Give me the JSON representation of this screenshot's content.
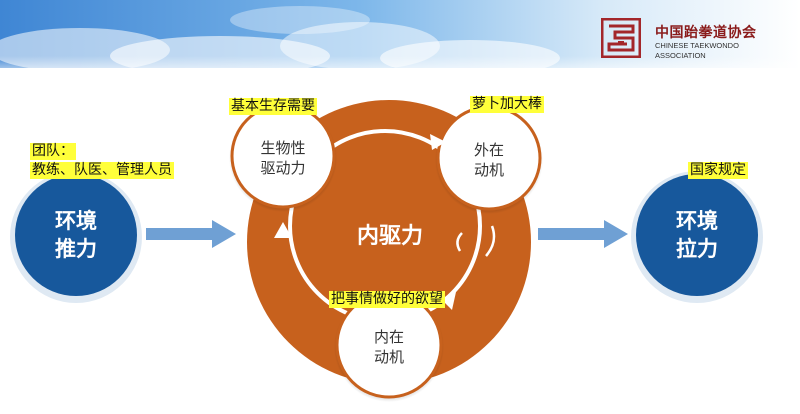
{
  "logo": {
    "name_cn": "中国跆拳道协会",
    "name_en_line1": "CHINESE TAEKWONDO",
    "name_en_line2": "ASSOCIATION"
  },
  "diagram": {
    "left_node": "环境\n推力",
    "right_node": "环境\n拉力",
    "core": "内驱力",
    "nodes": {
      "bio_drive": "生物性\n驱动力",
      "external_motive": "外在\n动机",
      "internal_motive": "内在\n动机"
    },
    "labels": {
      "team_line1": "团队：",
      "team_line2": "教练、队医、管理人员",
      "basic_needs": "基本生存需要",
      "carrot_stick": "萝卜加大棒",
      "national_rules": "国家规定",
      "desire": "把事情做好的欲望"
    }
  },
  "colors": {
    "orange": "#c7611d",
    "blue": "#17589c",
    "arrow_blue": "#6fa0d4",
    "highlight": "#ffff3a",
    "logo_red": "#8a1b1b"
  }
}
